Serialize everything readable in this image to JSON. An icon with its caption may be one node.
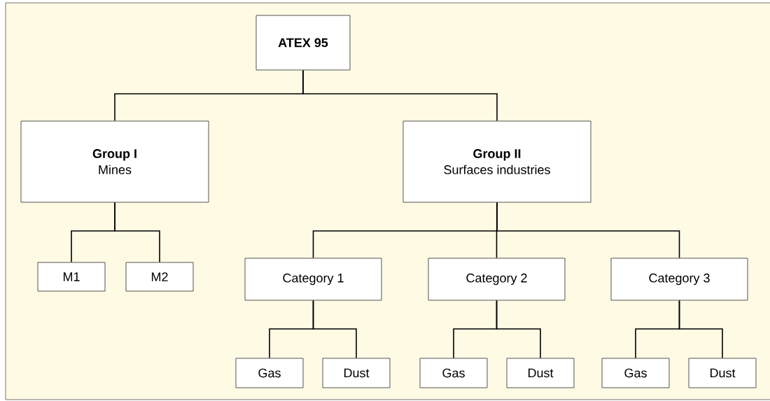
{
  "diagram": {
    "nodes": [
      {
        "text": [
          "ATEX 95"
        ]
      },
      {
        "text": [
          "Group I",
          "Mines"
        ]
      },
      {
        "text": [
          "Group II",
          "Surfaces industries"
        ]
      },
      {
        "text": [
          "M1"
        ]
      },
      {
        "text": [
          "M2"
        ]
      },
      {
        "text": [
          "Category 1"
        ]
      },
      {
        "text": [
          "Category 2"
        ]
      },
      {
        "text": [
          "Category 3"
        ]
      },
      {
        "text": [
          "Gas"
        ]
      },
      {
        "text": [
          "Dust"
        ]
      },
      {
        "text": [
          "Gas"
        ]
      },
      {
        "text": [
          "Dust"
        ]
      },
      {
        "text": [
          "Gas"
        ]
      },
      {
        "text": [
          "Dust"
        ]
      }
    ],
    "edges": [
      {
        "from": 0,
        "to": 1,
        "arrow": "none"
      },
      {
        "from": 0,
        "to": 2,
        "arrow": "none"
      },
      {
        "from": 1,
        "to": 3,
        "arrow": "none"
      },
      {
        "from": 1,
        "to": 4,
        "arrow": "none"
      },
      {
        "from": 2,
        "to": 5,
        "arrow": "none"
      },
      {
        "from": 2,
        "to": 6,
        "arrow": "none"
      },
      {
        "from": 2,
        "to": 7,
        "arrow": "none"
      },
      {
        "from": 5,
        "to": 8,
        "arrow": "none"
      },
      {
        "from": 5,
        "to": 9,
        "arrow": "none"
      },
      {
        "from": 6,
        "to": 10,
        "arrow": "none"
      },
      {
        "from": 6,
        "to": 11,
        "arrow": "none"
      },
      {
        "from": 7,
        "to": 12,
        "arrow": "none"
      },
      {
        "from": 7,
        "to": 13,
        "arrow": "none"
      }
    ]
  }
}
